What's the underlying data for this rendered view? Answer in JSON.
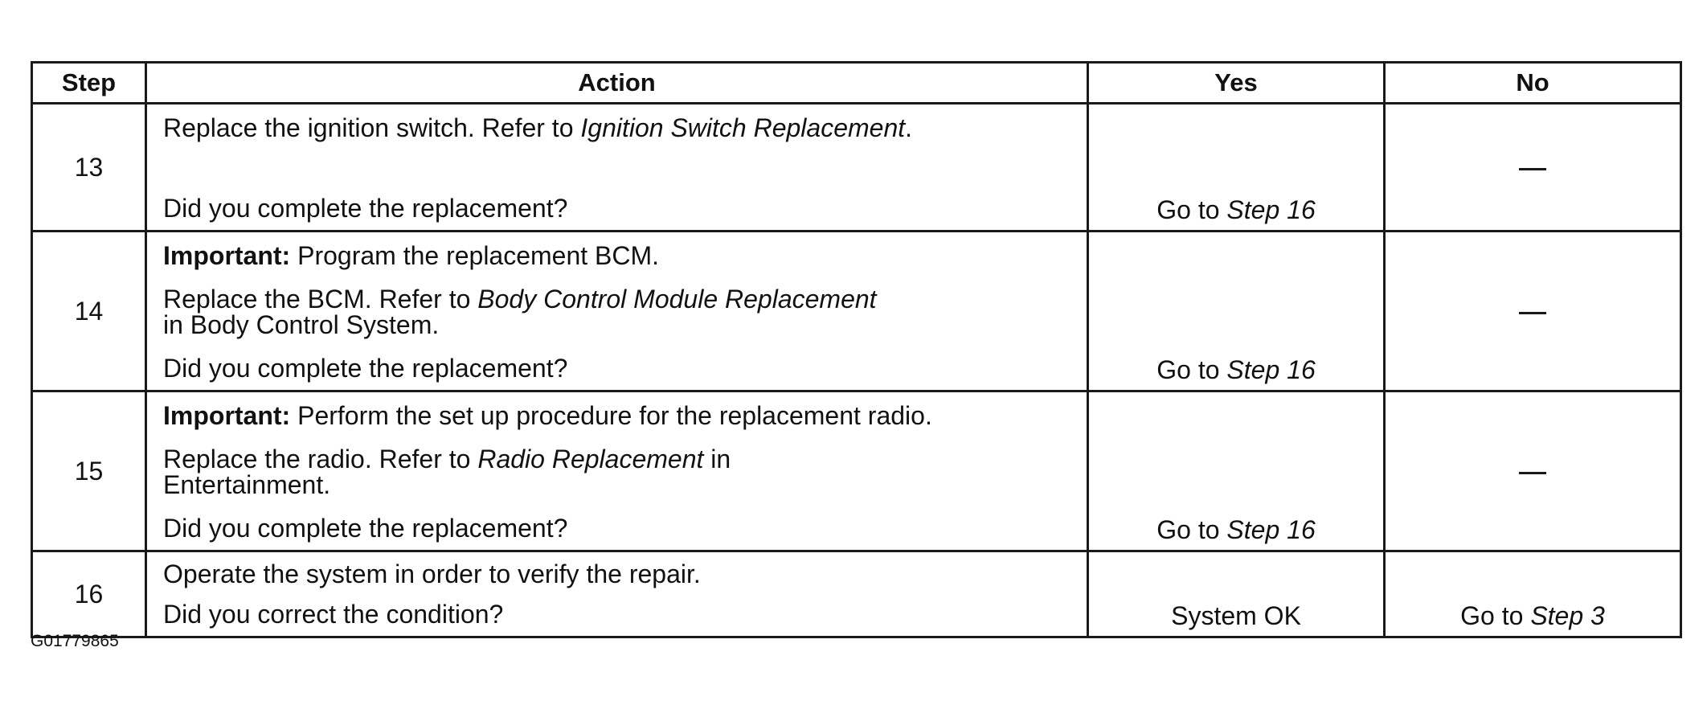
{
  "table": {
    "headers": {
      "step": "Step",
      "action": "Action",
      "yes": "Yes",
      "no": "No"
    },
    "rows": [
      {
        "step": "13",
        "action": {
          "line1_text": "Replace the ignition switch. Refer to ",
          "line1_ref": "Ignition Switch Replacement",
          "line1_end": ".",
          "question": "Did you complete the replacement?"
        },
        "yes": {
          "prefix": "Go to ",
          "ref": "Step 16"
        },
        "no": "—"
      },
      {
        "step": "14",
        "action": {
          "important_label": "Important:",
          "important_text": " Program the replacement BCM.",
          "line2_text": "Replace the BCM. Refer to ",
          "line2_ref": "Body Control Module Replacement",
          "line2_cont": "in Body Control System.",
          "question": "Did you complete the replacement?"
        },
        "yes": {
          "prefix": "Go to ",
          "ref": "Step 16"
        },
        "no": "—"
      },
      {
        "step": "15",
        "action": {
          "important_label": "Important:",
          "important_text": " Perform the set up procedure for the replacement radio.",
          "line2_text": "Replace the radio. Refer to ",
          "line2_ref": "Radio Replacement",
          "line2_after": " in",
          "line2_cont": "Entertainment.",
          "question": "Did you complete the replacement?"
        },
        "yes": {
          "prefix": "Go to ",
          "ref": "Step 16"
        },
        "no": "—"
      },
      {
        "step": "16",
        "action": {
          "line1_text": "Operate the system in order to verify the repair.",
          "question": "Did you correct the condition?"
        },
        "yes": {
          "text": "System OK"
        },
        "no": {
          "prefix": "Go to ",
          "ref": "Step 3"
        }
      }
    ]
  },
  "figure_id": "G01779865"
}
